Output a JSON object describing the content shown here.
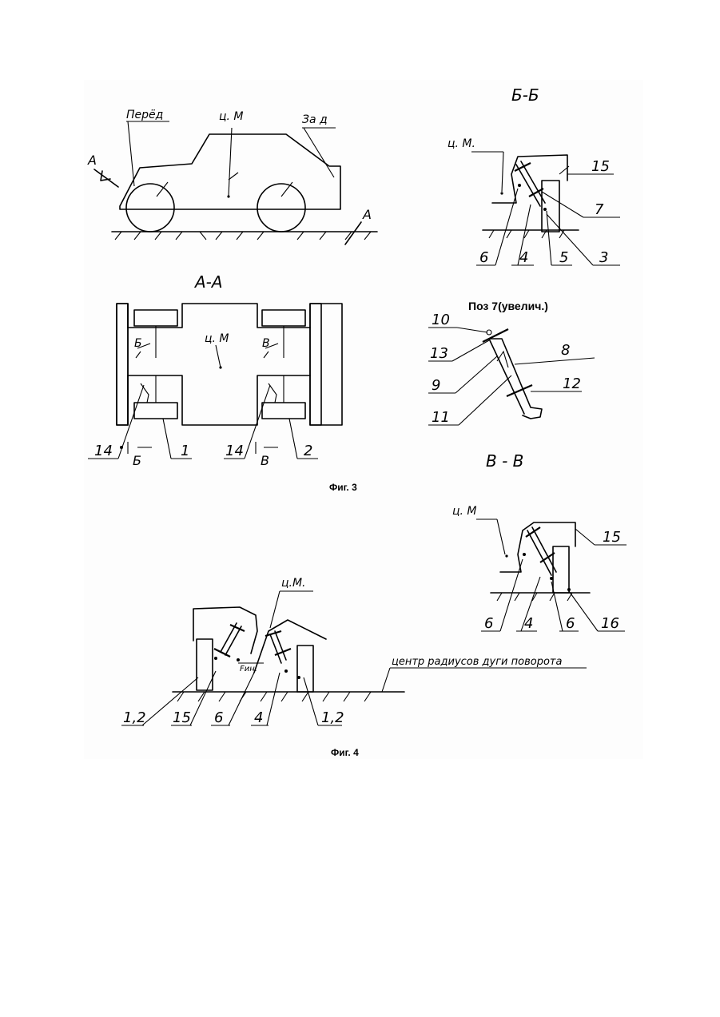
{
  "figure3": {
    "caption": "Фиг. 3",
    "side_view": {
      "front_label": "Перёд",
      "rear_label": "За д",
      "cm_label": "ц. М",
      "section_mark_left": "А",
      "section_mark_right": "А"
    },
    "section_aa": {
      "title": "А-А",
      "cm_label": "ц. М",
      "mark_b_upper": "Б",
      "mark_v_upper": "В",
      "mark_b_lower": "Б",
      "mark_v_lower": "В",
      "labels": [
        "14",
        "1",
        "14",
        "2"
      ]
    },
    "section_bb": {
      "title": "Б-Б",
      "cm_label": "ц. М.",
      "labels": [
        "15",
        "7",
        "6",
        "4",
        "5",
        "3"
      ]
    },
    "detail_pos7": {
      "title": "Поз 7(увелич.)",
      "labels": [
        "10",
        "13",
        "8",
        "9",
        "12",
        "11"
      ]
    }
  },
  "figure4": {
    "caption": "Фиг. 4",
    "section_vv": {
      "title": "В - В",
      "cm_label": "ц. М",
      "labels": [
        "15",
        "6",
        "4",
        "6",
        "16"
      ]
    },
    "turn_view": {
      "cm_label": "ц.М.",
      "force_label": "Fин.",
      "center_label": "центр радиусов дуги поворота",
      "labels": [
        "1,2",
        "15",
        "6",
        "4",
        "1,2"
      ]
    }
  }
}
